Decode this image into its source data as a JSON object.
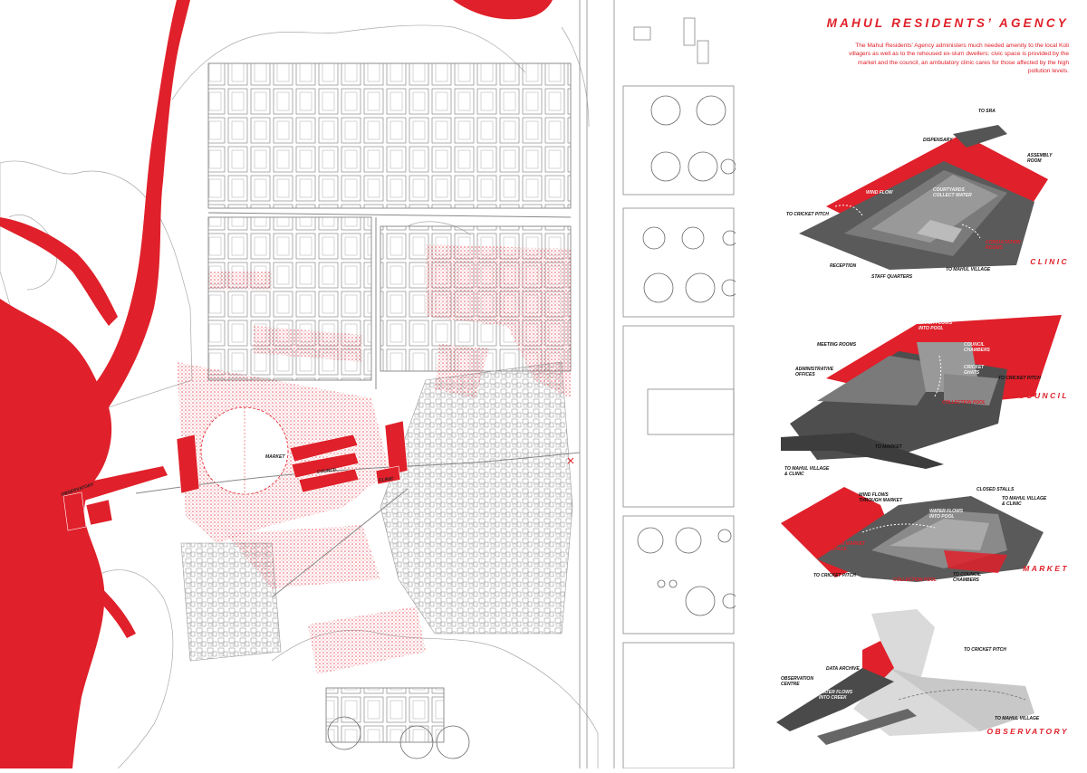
{
  "title": "MAHUL RESIDENTS’ AGENCY",
  "description": "The Mahul Residents’ Agency administers much needed amenity to the local Koli villagers as well as to the rehoused ex-slum dwellers: civic space is provided by the market and the council, an ambulatory clinic cares for those affected by the high pollution levels.",
  "colors": {
    "accent": "#e0202a",
    "building_dark": "#4a4a4a",
    "line": "#666666"
  },
  "map": {
    "labels": {
      "observatory": "OBSERVATORY",
      "market": "MARKET",
      "council": "COUNCIL",
      "clinic": "CLINIC"
    }
  },
  "sections": {
    "clinic": {
      "title": "CLINIC",
      "labels": {
        "to_sra": "TO SRA",
        "dispensary": "DISPENSARY",
        "assembly_room": "ASSEMBLY\nROOM",
        "wind_flow": "WIND FLOW",
        "courtyards": "COURTYARDS\nCOLLECT WATER",
        "to_cricket_pitch": "TO CRICKET PITCH",
        "consultation_rooms": "CONSULTATION\nROOMS",
        "reception": "RECEPTION",
        "staff_quarters": "STAFF QUARTERS",
        "to_mahul_village": "TO MAHUL VILLAGE"
      }
    },
    "council": {
      "title": "COUNCIL",
      "labels": {
        "water_flows": "WATER FLOWS\nINTO POOL",
        "meeting_rooms": "MEETING ROOMS",
        "council_chambers": "COUNCIL\nCHAMBERS",
        "administrative_offices": "ADMINISTRATIVE\nOFFICES",
        "cricket_ghats": "CRICKET\nGHATS",
        "to_cricket_pitch": "TO CRICKET PITCH",
        "collection_pool": "COLLECTION POOL",
        "to_market": "TO MARKET",
        "to_mahul_village": "TO MAHUL VILLAGE\n& CLINIC"
      }
    },
    "market": {
      "title": "MARKET",
      "labels": {
        "wind_flows": "WIND FLOWS\nTHROUGH MARKET",
        "closed_stalls": "CLOSED STALLS",
        "to_mahul_village": "TO MAHUL VILLAGE\n& CLINIC",
        "water_flows": "WATER FLOWS\nINTO POOL",
        "open_market": "OPEN MARKET\nSPACE",
        "to_cricket_pitch": "TO CRICKET PITCH",
        "collection_pool": "COLLECTION POOL",
        "to_council": "TO COUNCIL\nCHAMBERS"
      }
    },
    "observatory": {
      "title": "OBSERVATORY",
      "labels": {
        "to_cricket_pitch": "TO CRICKET PITCH",
        "data_archive": "DATA ARCHIVE",
        "observation_centre": "OBSERVATION\nCENTRE",
        "water_flows": "WATER FLOWS\nINTO CREEK",
        "to_mahul_village": "TO MAHUL VILLAGE"
      }
    }
  }
}
